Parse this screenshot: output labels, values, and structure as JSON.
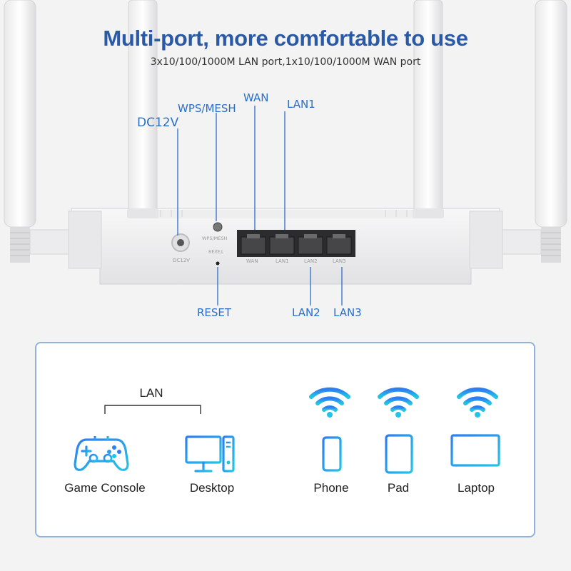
{
  "header": {
    "title": "Multi-port, more comfortable to use",
    "subtitle": "3x10/100/1000M LAN port,1x10/100/1000M WAN port"
  },
  "callouts": {
    "dc12v": "DC12V",
    "wps_mesh": "WPS/MESH",
    "wan": "WAN",
    "lan1": "LAN1",
    "reset": "RESET",
    "lan2": "LAN2",
    "lan3": "LAN3"
  },
  "router_printed": {
    "dc": "DC12V",
    "wps": "WPS/MESH",
    "reset": "RESET",
    "wan": "WAN",
    "lan1": "LAN1",
    "lan2": "LAN2",
    "lan3": "LAN3"
  },
  "connections": {
    "lan_label": "LAN",
    "devices": [
      {
        "label": "Game Console",
        "icon": "gamepad-icon",
        "connection": "wired"
      },
      {
        "label": "Desktop",
        "icon": "desktop-icon",
        "connection": "wired"
      },
      {
        "label": "Phone",
        "icon": "phone-icon",
        "connection": "wifi"
      },
      {
        "label": "Pad",
        "icon": "tablet-icon",
        "connection": "wifi"
      },
      {
        "label": "Laptop",
        "icon": "laptop-icon",
        "connection": "wifi"
      }
    ]
  },
  "colors": {
    "title_blue": "#2a5aa6",
    "callout_blue": "#2a6fc9",
    "icon_gradient_start": "#2e7ef0",
    "icon_gradient_end": "#23c4e6",
    "panel_border": "#8fb3dc"
  }
}
